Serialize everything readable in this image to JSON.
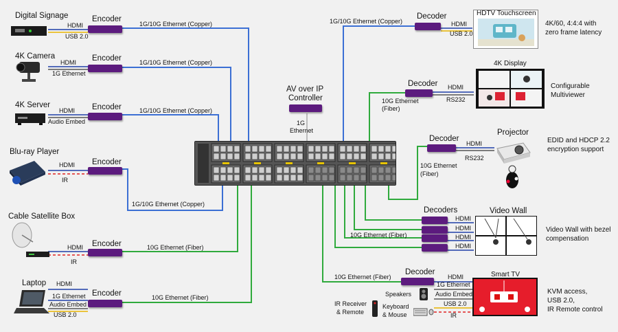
{
  "sources": [
    {
      "name": "Digital Signage",
      "ports": [
        "HDMI",
        "USB 2.0"
      ],
      "encoder": "Encoder",
      "link": "1G/10G Ethernet (Copper)"
    },
    {
      "name": "4K Camera",
      "ports": [
        "HDMI",
        "1G Ethernet"
      ],
      "encoder": "Encoder",
      "link": "1G/10G Ethernet (Copper)"
    },
    {
      "name": "4K Server",
      "ports": [
        "HDMI",
        "Audio Embed"
      ],
      "encoder": "Encoder",
      "link": "1G/10G Ethernet (Copper)"
    },
    {
      "name": "Blu-ray Player",
      "ports": [
        "HDMI",
        "IR"
      ],
      "encoder": "Encoder",
      "link": "1G/10G Ethernet (Copper)"
    },
    {
      "name": "Cable Satellite Box",
      "ports": [
        "HDMI",
        "IR"
      ],
      "encoder": "Encoder",
      "link": "10G Ethernet (Fiber)"
    },
    {
      "name": "Laptop",
      "ports": [
        "HDMI",
        "1G Ethernet",
        "Audio Embed",
        "USB 2.0"
      ],
      "encoder": "Encoder",
      "link": "10G Ethernet (Fiber)"
    }
  ],
  "controller": {
    "title_line1": "AV over IP",
    "title_line2": "Controller",
    "link_line1": "1G",
    "link_line2": "Ethernet"
  },
  "sinks": {
    "hdtv": {
      "title": "HDTV Touchscreen",
      "decoder": "Decoder",
      "link": "1G/10G Ethernet (Copper)",
      "ports": [
        "HDMI",
        "USB 2.0"
      ],
      "desc": [
        "4K/60, 4:4:4 with",
        "zero frame latency"
      ]
    },
    "display": {
      "title": "4K Display",
      "decoder": "Decoder",
      "link": [
        "10G Ethernet",
        "(Fiber)"
      ],
      "ports": [
        "HDMI",
        "RS232"
      ],
      "desc": [
        "Configurable",
        "Multiviewer"
      ]
    },
    "projector": {
      "title": "Projector",
      "decoder": "Decoder",
      "link": [
        "10G Ethernet",
        "(Fiber)"
      ],
      "ports": [
        "HDMI",
        "RS232"
      ],
      "desc": [
        "EDID and HDCP 2.2",
        "encryption support"
      ]
    },
    "videowall": {
      "title": "Video Wall",
      "decoder": "Decoders",
      "link": "10G Ethernet (Fiber)",
      "ports": [
        "HDMI",
        "HDMI",
        "HDMI",
        "HDMI"
      ],
      "desc": [
        "Video Wall with bezel",
        "compensation"
      ]
    },
    "smarttv": {
      "title": "Smart TV",
      "decoder": "Decoder",
      "link": "10G Ethernet (Fiber)",
      "ports": [
        "HDMI",
        "1G Ethernet",
        "Audio Embed",
        "USB 2.0",
        "IR"
      ],
      "desc": [
        "KVM access,",
        "USB 2.0,",
        "IR Remote control"
      ],
      "peripherals": {
        "speakers": "Speakers",
        "ir1": "IR Receiver",
        "ir2": "& Remote",
        "kb1": "Keyboard",
        "kb2": "& Mouse"
      }
    }
  },
  "colors": {
    "copper": "#3b6fd4",
    "fiber": "#2faa3c",
    "box": "#5c1b7e",
    "hdmi_line": "#1f3fa8",
    "usb_line": "#e7b400",
    "ir_line": "#e02020"
  }
}
